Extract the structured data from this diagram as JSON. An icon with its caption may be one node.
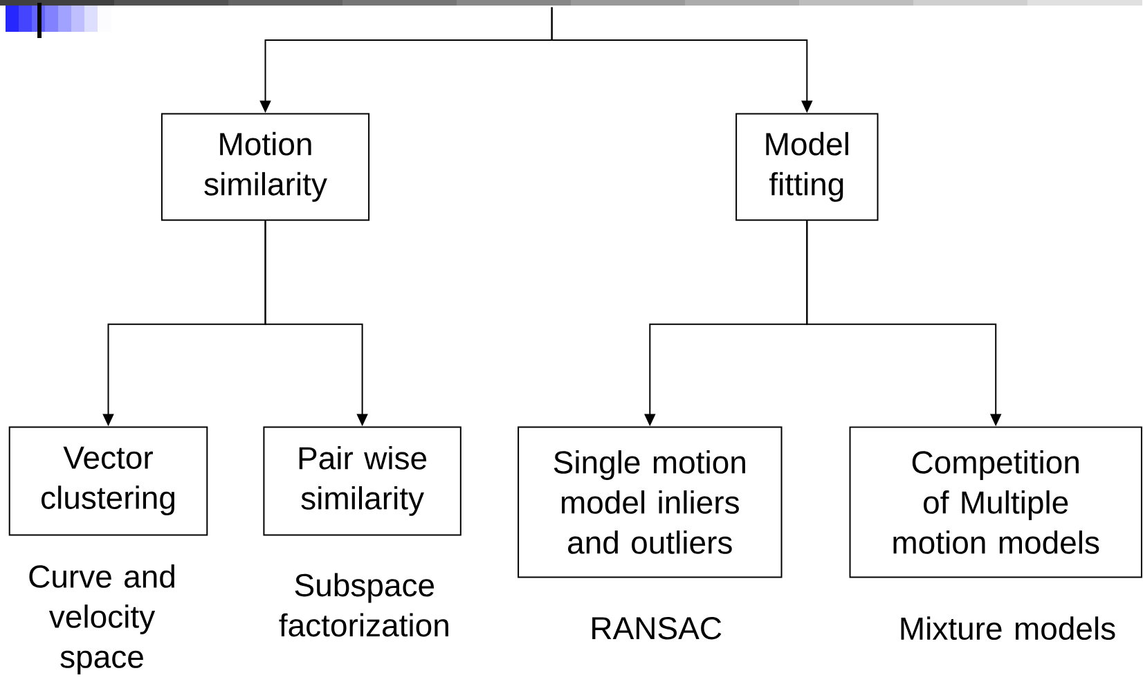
{
  "diagram": {
    "nodes": [
      {
        "text": [
          "Motion similarity"
        ]
      },
      {
        "text": [
          "Model fitting"
        ]
      },
      {
        "text": [
          "Vector clustering"
        ],
        "beside": [
          "Curve and velocity space"
        ]
      },
      {
        "text": [
          "Pair wise similarity"
        ],
        "beside": [
          "Subspace factorization"
        ]
      },
      {
        "text": [
          "Single motion model inliers and outliers"
        ],
        "beside": [
          "RANSAC"
        ]
      },
      {
        "text": [
          "Competition of Multiple motion models"
        ],
        "beside": [
          "Mixture models"
        ]
      }
    ],
    "edges": [
      {
        "from": null,
        "to": 0,
        "arrow": "to"
      },
      {
        "from": null,
        "to": 1,
        "arrow": "to"
      },
      {
        "from": 0,
        "to": 2,
        "arrow": "to"
      },
      {
        "from": 0,
        "to": 3,
        "arrow": "to"
      },
      {
        "from": 1,
        "to": 4,
        "arrow": "to"
      },
      {
        "from": 1,
        "to": 5,
        "arrow": "to"
      }
    ]
  }
}
